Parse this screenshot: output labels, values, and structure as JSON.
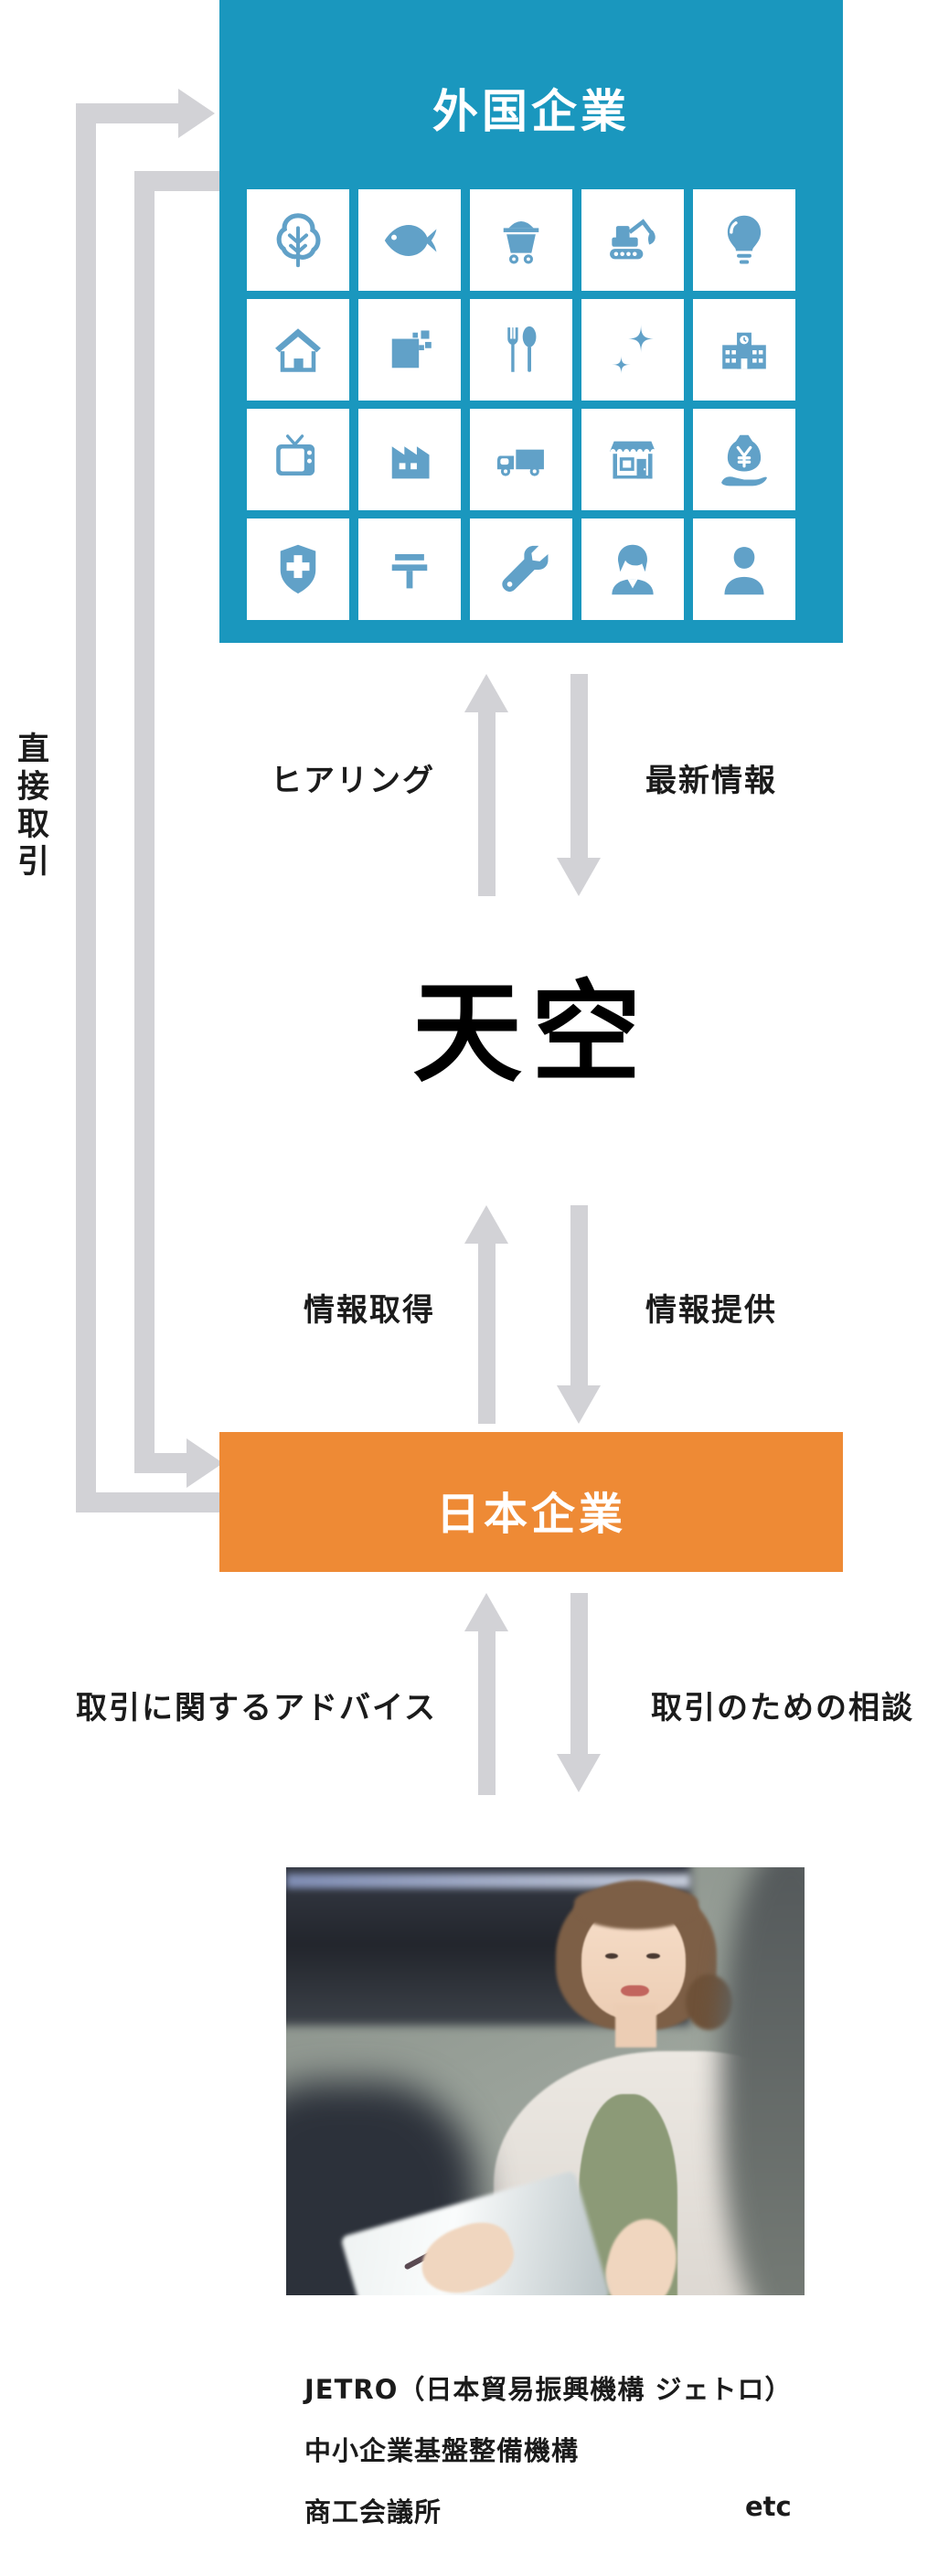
{
  "colors": {
    "foreign_box": "#1A97BE",
    "icon_blue": "#61A1C8",
    "japan_box": "#EE8A35",
    "arrow_gray": "#D2D2D6",
    "text_black": "#1B1B1B"
  },
  "foreign_companies": {
    "title": "外国企業",
    "industry_icons": [
      "tree",
      "fish",
      "mine-cart",
      "excavator",
      "light-bulb",
      "house",
      "digital-blocks",
      "fork-spoon",
      "sparkles",
      "school",
      "tv",
      "factory",
      "truck",
      "store",
      "money-yen-hand",
      "medical-shield",
      "postal-mark",
      "wrench",
      "businesswoman",
      "person"
    ]
  },
  "company": {
    "name": "天空"
  },
  "japan_companies": {
    "title": "日本企業"
  },
  "direct_deal": {
    "label": "直接取引"
  },
  "flow_foreign": {
    "up_label": "ヒアリング",
    "down_label": "最新情報"
  },
  "flow_japan": {
    "up_label": "情報取得",
    "down_label": "情報提供"
  },
  "flow_support": {
    "up_label": "取引に関するアドバイス",
    "down_label": "取引のための相談"
  },
  "support_organizations": {
    "items": [
      "JETRO（日本貿易振興機構 ジェトロ）",
      "中小企業基盤整備機構",
      "商工会議所"
    ],
    "etc_label": "etc"
  },
  "photo": {
    "name": "consultant-photo"
  }
}
